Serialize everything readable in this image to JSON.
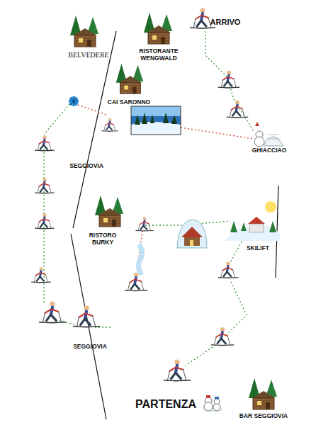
{
  "diagram": {
    "labels": [
      "ARRIVO",
      "BELVEDERE",
      "RISTORANTE WENGWALD",
      "CAI SARONNO",
      "GHIACCIAO",
      "SEGGIOVIA",
      "RISTORO BURKY",
      "SKILIFT",
      "SEGGIOVIA",
      "PARTENZA",
      "BAR SEGGIOVIA"
    ]
  }
}
